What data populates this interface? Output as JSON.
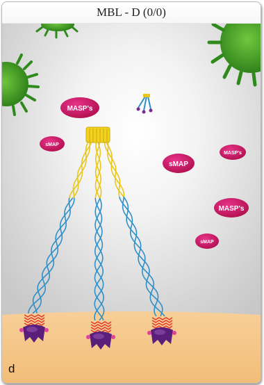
{
  "header": {
    "title": "MBL - D (0/0)"
  },
  "panel": {
    "letter": "d"
  },
  "labels": {
    "masps_left": "MASP's",
    "smap_left": "sMAP",
    "smap_center": "sMAP",
    "masps_right_small": "MASP's",
    "masps_right": "MASP's",
    "smap_right": "sMAP"
  },
  "colors": {
    "title_bar": "#f7f7f7",
    "background": "#d4d4d4",
    "surface": "#f6c88a",
    "pathogen": "#3a9b22",
    "label_bubble": "#c8145e",
    "collagen_yellow": "#e8c61c",
    "collagen_blue": "#2f8fc8",
    "crd_purple": "#5a1f7a"
  }
}
